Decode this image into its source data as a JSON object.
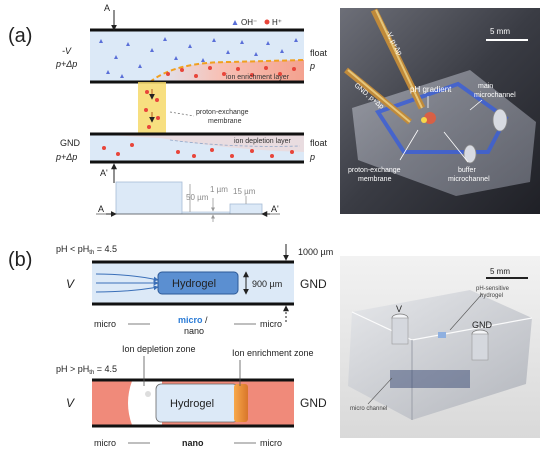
{
  "panels": {
    "a_label": "(a)",
    "b_label": "(b)"
  },
  "panel_a": {
    "point_a": "A",
    "point_a_prime": "A'",
    "legend_oh": "OH⁻",
    "legend_h": "H⁺",
    "top_left_v": "-V",
    "top_left_p": "p+Δp",
    "top_right_float": "float",
    "top_right_p": "p",
    "ion_enrichment": "ion enrichment layer",
    "membrane_label_1": "proton-exchange",
    "membrane_label_2": "membrane",
    "ion_depletion": "ion depletion layer",
    "bottom_left_gnd": "GND",
    "bottom_left_p": "p+Δp",
    "bottom_right_float": "float",
    "bottom_right_p": "p",
    "cross_a": "A",
    "cross_a_prime": "A'",
    "dim_50": "50 µm",
    "dim_1": "1 µm",
    "dim_15": "15 µm",
    "photo": {
      "scale": "5 mm",
      "electrode_top": "-V, p+Δp",
      "electrode_left": "GND, p+Δp",
      "ph_gradient": "pH gradient",
      "main_channel_1": "main",
      "main_channel_2": "microchannel",
      "membrane_1": "proton-exchange",
      "membrane_2": "membrane",
      "buffer_1": "buffer",
      "buffer_2": "microchannel"
    }
  },
  "panel_b": {
    "top_cond_pre": "pH < pH",
    "top_cond_sub": "th",
    "top_cond_post": " = 4.5",
    "width_dim": "1000 µm",
    "v_label": "V",
    "hydrogel": "Hydrogel",
    "height_dim": "900 µm",
    "gnd": "GND",
    "micro_left": "micro",
    "micro_nano_1": "micro",
    "micro_nano_slash": " /",
    "micro_nano_2": "nano",
    "micro_right": "micro",
    "depletion_zone": "Ion depletion zone",
    "enrichment_zone": "Ion enrichment zone",
    "bot_cond_pre": "pH > pH",
    "bot_cond_sub": "th",
    "bot_cond_post": " = 4.5",
    "v_label_2": "V",
    "hydrogel_2": "Hydrogel",
    "gnd_2": "GND",
    "micro_left_2": "micro",
    "nano": "nano",
    "micro_right_2": "micro",
    "photo": {
      "scale": "5 mm",
      "ph_gel_1": "pH-sensitive",
      "ph_gel_2": "hydrogel",
      "v": "V",
      "gnd": "GND",
      "micro_channel": "micro channel"
    }
  },
  "colors": {
    "channel_blue": "#dce9f7",
    "hydrogel_blue": "#5b8fd1",
    "depletion_red": "#f08a7a",
    "membrane_yellow": "#f6d96a",
    "nano_red": "#e02020",
    "micro_blue": "#2a7bd6"
  }
}
